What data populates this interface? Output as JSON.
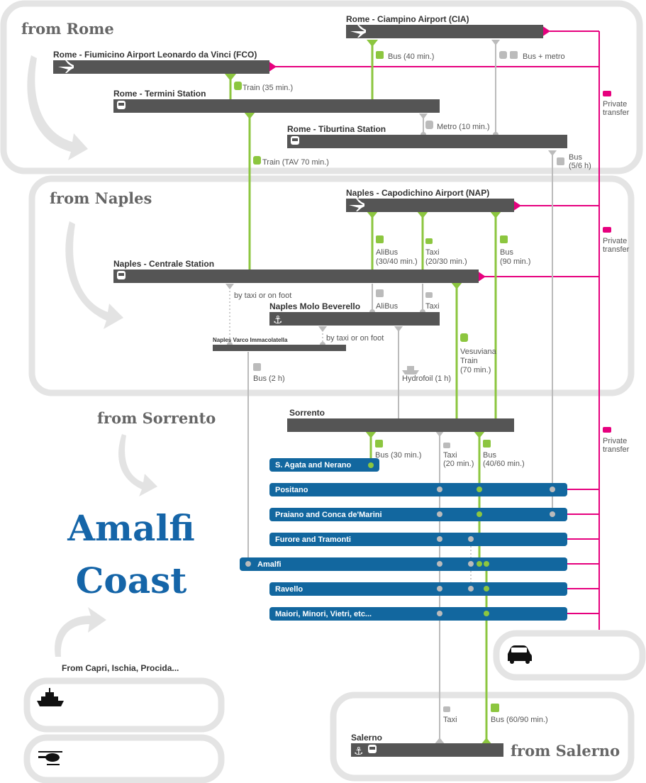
{
  "regions": {
    "rome": "from Rome",
    "naples": "from Naples",
    "sorrento": "from Sorrento",
    "salerno": "from Salerno",
    "islands": "From Capri, Ischia, Procida..."
  },
  "title": {
    "line1": "Amalfi",
    "line2": "Coast"
  },
  "stations": {
    "cia": "Rome - Ciampino Airport (CIA)",
    "fco": "Rome - Fiumicino Airport Leonardo da Vinci (FCO)",
    "termini": "Rome - Termini Station",
    "tiburtina": "Rome - Tiburtina Station",
    "nap": "Naples - Capodichino Airport (NAP)",
    "centrale": "Naples - Centrale Station",
    "beverello": "Naples Molo Beverello",
    "varco": "Naples Varco Immacolatella",
    "sorrento": "Sorrento",
    "salerno": "Salerno"
  },
  "destinations": [
    "S. Agata and Nerano",
    "Positano",
    "Praiano and Conca de'Marini",
    "Furore and Tramonti",
    "Amalfi",
    "Ravello",
    "Maiori, Minori, Vietri, etc..."
  ],
  "routes": {
    "cia_bus": "Bus (40 min.)",
    "cia_metro": "Bus + metro",
    "fco_train": "Train (35 min.)",
    "metro": "Metro (10 min.)",
    "tav": "Train (TAV 70 min.)",
    "tib_bus_1": "Bus",
    "tib_bus_2": "(5/6 h)",
    "private_1": "Private",
    "private_2": "transfer",
    "alibus_1": "AliBus",
    "alibus_2": "(30/40 min.)",
    "taxi_1": "Taxi",
    "taxi_2": "(20/30 min.)",
    "nap_bus_1": "Bus",
    "nap_bus_2": "(90 min.)",
    "by_taxi_foot": "by taxi or on foot",
    "alibus_short": "AliBus",
    "taxi_short": "Taxi",
    "by_taxi_foot_2": "by taxi or on foot",
    "vesu_1": "Vesuviana",
    "vesu_2": "Train",
    "vesu_3": "(70 min.)",
    "varco_bus": "Bus (2 h)",
    "hydrofoil": "Hydrofoil (1 h)",
    "sor_bus": "Bus (30 min.)",
    "sor_taxi_1": "Taxi",
    "sor_taxi_2": "(20 min.)",
    "sor_bus2_1": "Bus",
    "sor_bus2_2": "(40/60 min.)",
    "sal_taxi": "Taxi",
    "sal_bus": "Bus (60/90 min.)"
  },
  "colors": {
    "green": "#8cc63f",
    "grey": "#bbbbbb",
    "pink": "#e6007e",
    "bar": "#555555",
    "destination": "#12679f",
    "title": "#1565a8"
  }
}
